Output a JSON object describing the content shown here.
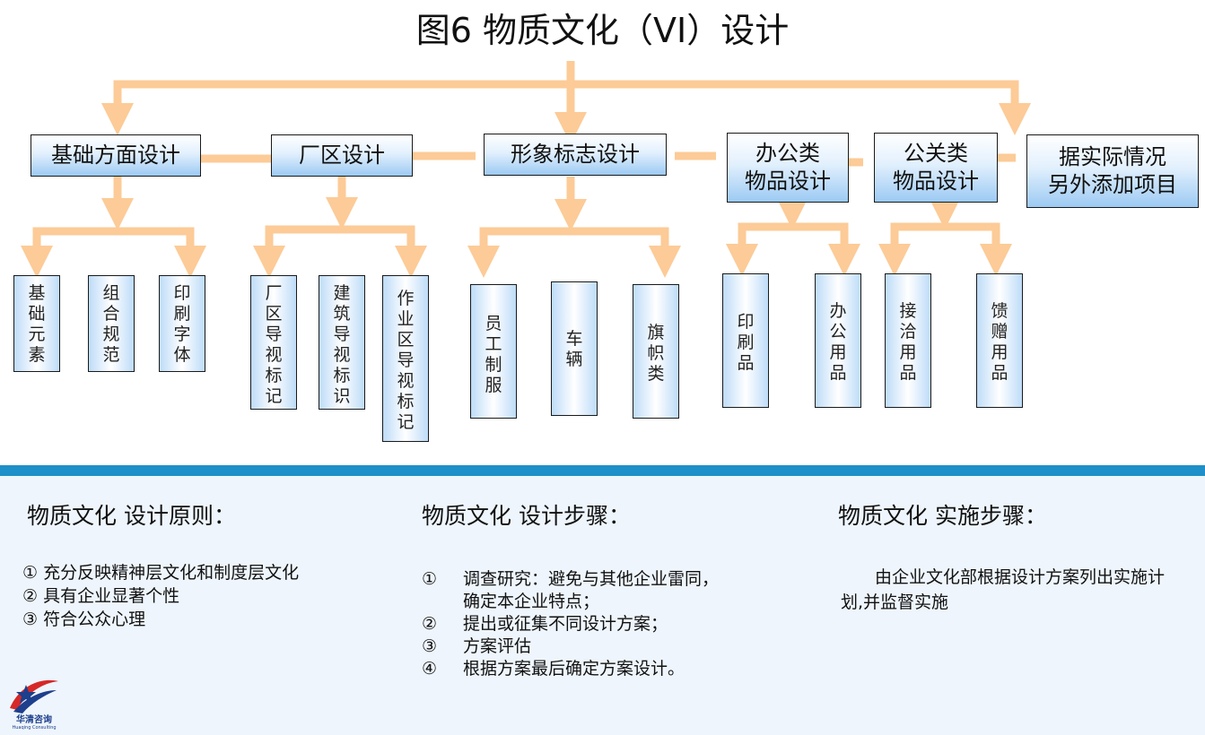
{
  "title": "图6  物质文化（VI）设计",
  "categories": [
    {
      "label": "基础方面设计",
      "children": [
        "基础元素",
        "组合规范",
        "印刷字体"
      ]
    },
    {
      "label": "厂区设计",
      "children": [
        "厂区导视标记",
        "建筑导视标识",
        "作业区导视标记"
      ]
    },
    {
      "label": "形象标志设计",
      "children": [
        "员工制服",
        "车辆",
        "旗帜类"
      ]
    },
    {
      "label": "办公类\n物品设计",
      "children": [
        "印刷品",
        "办公用品"
      ]
    },
    {
      "label": "公关类\n物品设计",
      "children": [
        "接洽用品",
        "馈赠用品"
      ]
    },
    {
      "label": "据实际情况\n另外添加项目",
      "children": []
    }
  ],
  "principles": {
    "title": "物质文化 设计原则：",
    "items": [
      "① 充分反映精神层文化和制度层文化",
      "② 具有企业显著个性",
      "③ 符合公众心理"
    ]
  },
  "steps": {
    "title": "物质文化 设计步骤：",
    "items": [
      {
        "num": "①",
        "lines": [
          "调查研究：避免与其他企业雷同，",
          "确定本企业特点；"
        ]
      },
      {
        "num": "②",
        "lines": [
          "提出或征集不同设计方案；"
        ]
      },
      {
        "num": "③",
        "lines": [
          "方案评估"
        ]
      },
      {
        "num": "④",
        "lines": [
          "根据方案最后确定方案设计。"
        ]
      }
    ]
  },
  "implementation": {
    "title": "物质文化 实施步骤：",
    "text": "由企业文化部根据设计方案列出实施计划,并监督实施"
  },
  "logo": {
    "name": "华清咨询",
    "sub": "Huaqing Consulting"
  },
  "colors": {
    "arrow": "#fccb97",
    "band": "#1e8fc8",
    "bottom_bg": "#eef5fc",
    "box_blue": "#9ccaf3"
  }
}
